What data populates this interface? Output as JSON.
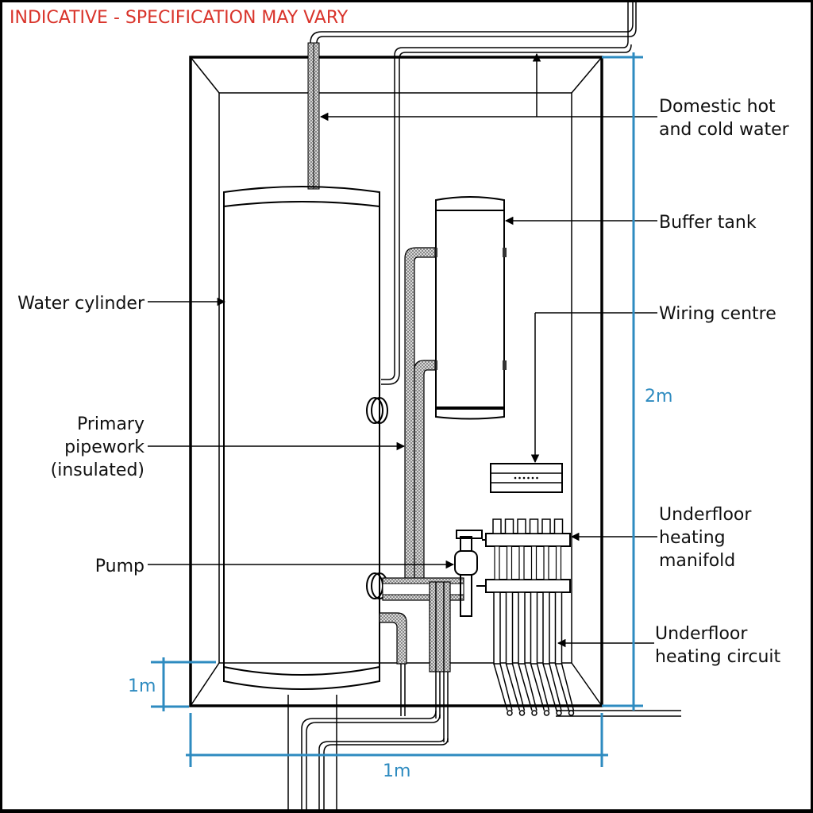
{
  "warning_banner": {
    "text": "INDICATIVE - SPECIFICATION MAY VARY",
    "color": "#d9342b"
  },
  "labels": {
    "domestic_water": [
      "Domestic hot",
      "and cold water"
    ],
    "buffer_tank": "Buffer tank",
    "wiring_centre": "Wiring centre",
    "ufh_manifold": [
      "Underfloor",
      "heating",
      "manifold"
    ],
    "ufh_circuit": [
      "Underfloor",
      "heating circuit"
    ],
    "water_cylinder": "Water cylinder",
    "primary_pipework": [
      "Primary",
      "pipework",
      "(insulated)"
    ],
    "pump": "Pump"
  },
  "dimensions": {
    "height": "2m",
    "depth": "1m",
    "width": "1m",
    "color": "#2e8bc0"
  },
  "components": {
    "manifold_ports": 6,
    "wiring_centre_indicators": 6
  }
}
